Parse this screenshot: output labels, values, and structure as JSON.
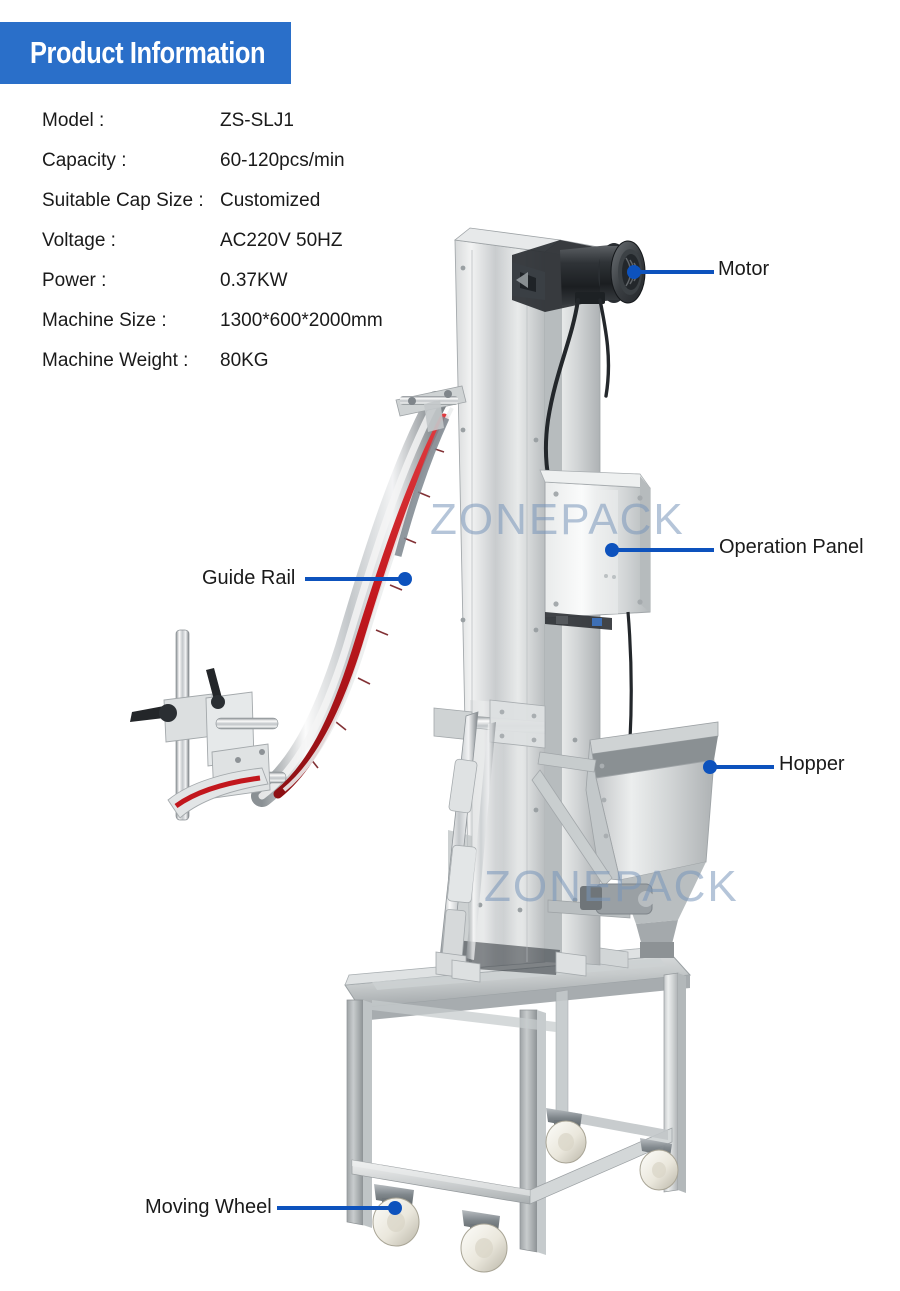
{
  "header": {
    "title": "Product Information",
    "background_color": "#2a6fc9",
    "text_color": "#ffffff"
  },
  "specs": {
    "rows": [
      {
        "label": "Model :",
        "value": "ZS-SLJ1"
      },
      {
        "label": "Capacity :",
        "value": "60-120pcs/min"
      },
      {
        "label": "Suitable Cap Size :",
        "value": "Customized"
      },
      {
        "label": "Voltage :",
        "value": "AC220V 50HZ"
      },
      {
        "label": "Power :",
        "value": "0.37KW"
      },
      {
        "label": "Machine Size :",
        "value": "1300*600*2000mm"
      },
      {
        "label": "Machine Weight :",
        "value": "80KG"
      }
    ]
  },
  "callouts": {
    "accent_color": "#0d52bd",
    "items": [
      {
        "label": "Motor"
      },
      {
        "label": "Operation Panel"
      },
      {
        "label": "Hopper"
      },
      {
        "label": "Guide Rail"
      },
      {
        "label": "Moving Wheel"
      }
    ]
  },
  "watermarks": {
    "upper": "ZONEPACK",
    "lower": "ZONEPACK",
    "color": "#7896b9"
  },
  "photo": {
    "subject": "cap-elevator-machine",
    "background_color": "#ffffff"
  }
}
